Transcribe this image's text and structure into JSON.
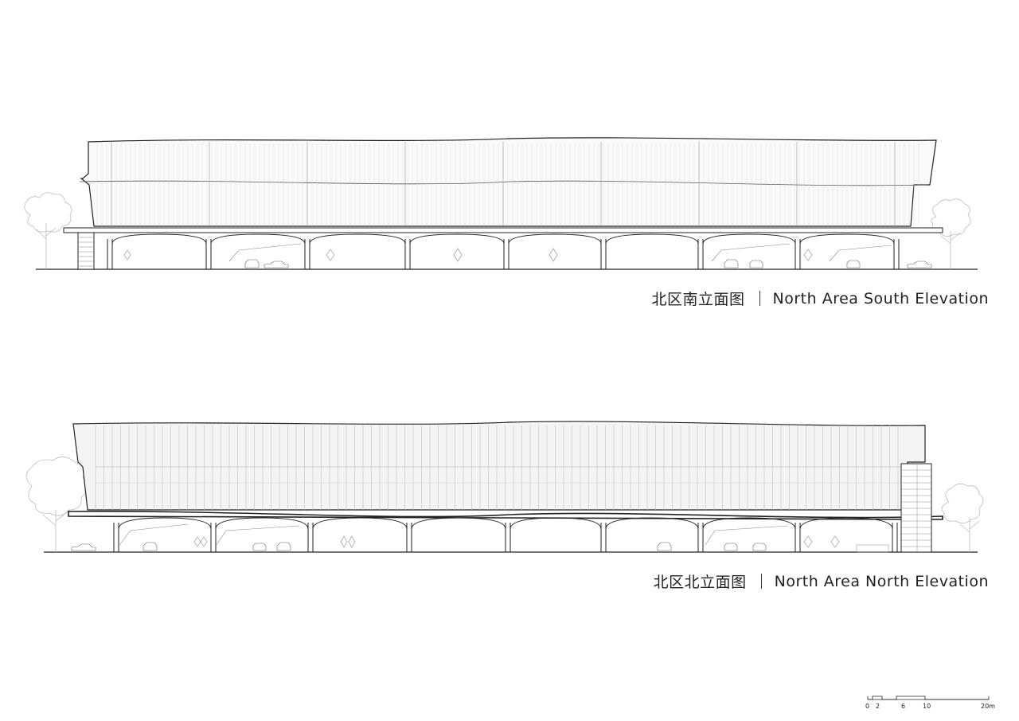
{
  "drawings": [
    {
      "id": "south",
      "title_cn": "北区南立面图",
      "title_en": "North Area South Elevation"
    },
    {
      "id": "north",
      "title_cn": "北区北立面图",
      "title_en": "North Area North Elevation"
    }
  ],
  "scale_bar": {
    "labels": [
      "0",
      "2",
      "6",
      "10",
      "20m"
    ]
  },
  "colors": {
    "line": "#222222",
    "thin": "#9a9a9a",
    "tree": "#bdbdbd",
    "panel": "#f0f0f0"
  }
}
